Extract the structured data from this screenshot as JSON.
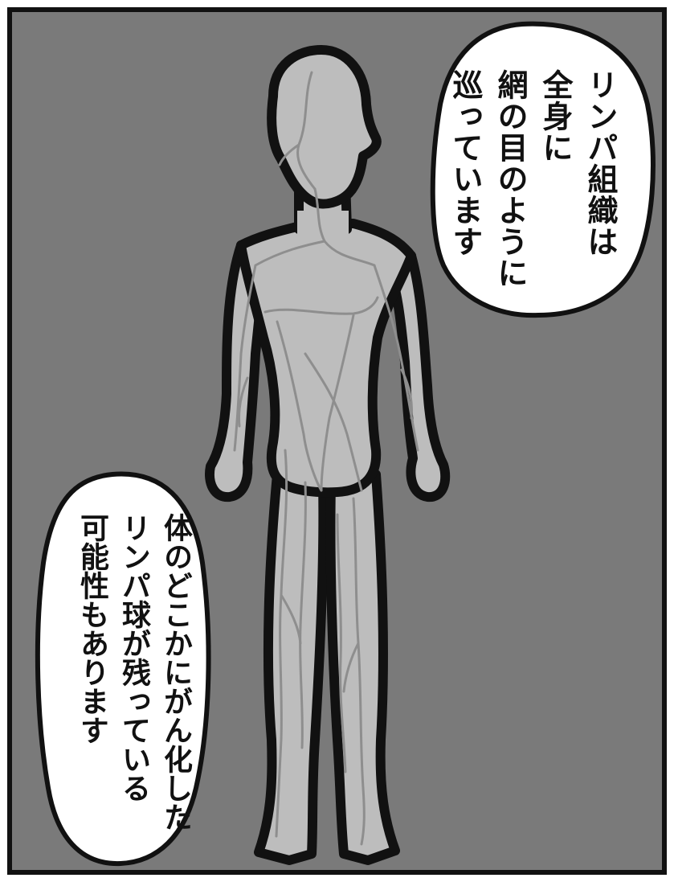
{
  "colors": {
    "background": "#7a7a7a",
    "border": "#111111",
    "body_fill": "#bdbdbd",
    "lymph_vessels": "#8e8e8e",
    "bubble_fill": "#ffffff"
  },
  "bubbles": [
    {
      "lines": [
        "リンパ組織は",
        "全身に",
        "網の目のように",
        "巡っています"
      ]
    },
    {
      "lines": [
        "体のどこかにがん化した",
        "リンパ球が残っている",
        "可能性もあります"
      ]
    }
  ],
  "illustration": {
    "icon": "human-body-lymphatic-system-icon"
  }
}
